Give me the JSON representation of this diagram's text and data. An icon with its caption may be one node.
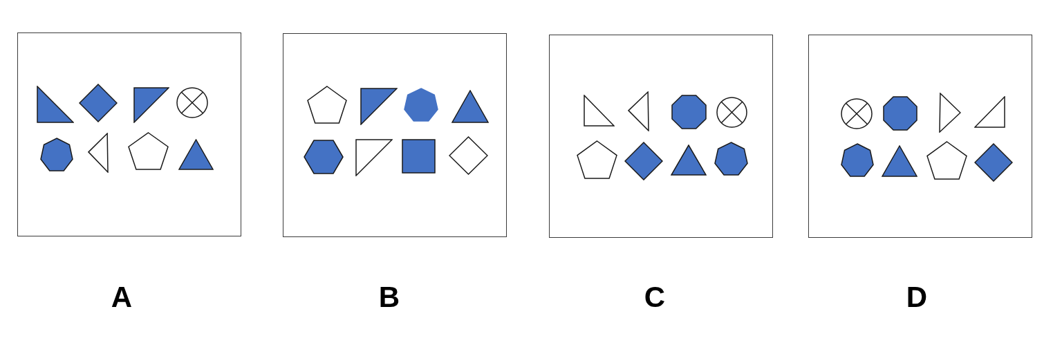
{
  "diagram": {
    "nodes": [
      {
        "text": [],
        "shape": "box",
        "beside": [
          "A"
        ]
      },
      {
        "text": [],
        "shape": "box",
        "beside": [
          "B"
        ]
      },
      {
        "text": [],
        "shape": "box",
        "beside": [
          "C"
        ]
      },
      {
        "text": [],
        "shape": "box",
        "beside": [
          "D"
        ]
      }
    ]
  }
}
